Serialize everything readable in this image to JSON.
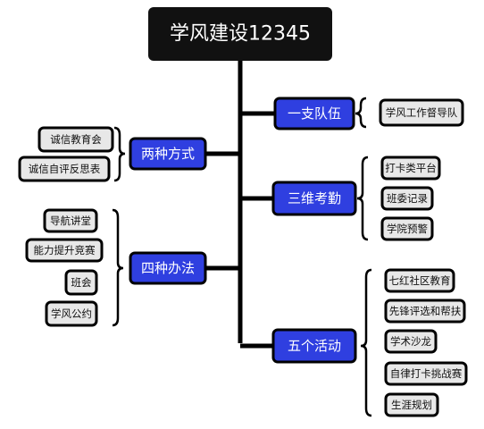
{
  "root": {
    "label": "学风建设12345"
  },
  "branches": [
    {
      "id": "b1",
      "label": "一支队伍",
      "side": "right",
      "children": [
        "学风工作督导队"
      ]
    },
    {
      "id": "b2",
      "label": "两种方式",
      "side": "left",
      "children": [
        "诚信教育会",
        "诚信自评反思表"
      ]
    },
    {
      "id": "b3",
      "label": "三维考勤",
      "side": "right",
      "children": [
        "打卡类平台",
        "班委记录",
        "学院预警"
      ]
    },
    {
      "id": "b4",
      "label": "四种办法",
      "side": "left",
      "children": [
        "导航讲堂",
        "能力提升竞赛",
        "班会",
        "学风公约"
      ]
    },
    {
      "id": "b5",
      "label": "五个活动",
      "side": "right",
      "children": [
        "七红社区教育",
        "先锋评选和帮扶",
        "学术沙龙",
        "自律打卡挑战赛",
        "生涯规划"
      ]
    }
  ],
  "colors": {
    "root_fill": "#111111",
    "root_text": "#ffffff",
    "branch_fill": "#2f3fe0",
    "branch_text": "#ffffff",
    "leaf_fill": "#e8e8e8",
    "leaf_text": "#111111",
    "stroke": "#000000"
  }
}
